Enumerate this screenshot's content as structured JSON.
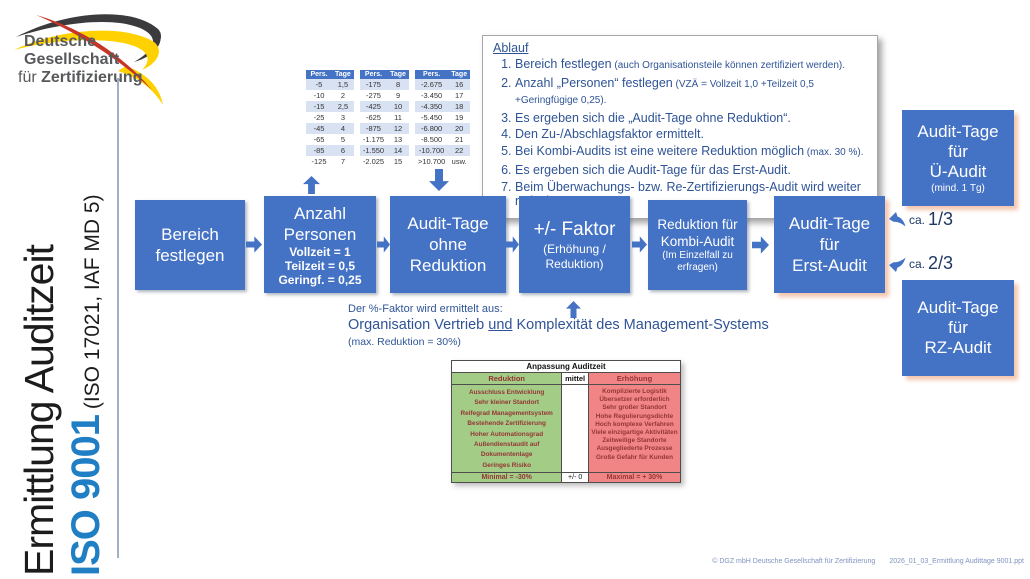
{
  "colors": {
    "box_blue": "#4472C4",
    "text_blue": "#2F5496",
    "iso_blue": "#1F7EC4",
    "peach": "#F4C7AE",
    "green": "#A3CC87",
    "red": "#F18585",
    "dark_red": "#943634",
    "navy": "#1F3864"
  },
  "logo": {
    "line1": "Deutsche",
    "line2": "Gesellschaft",
    "line3_prefix": "für ",
    "line3_bold": "Zertifizierung"
  },
  "title": {
    "main": "Ermittlung Auditzeit",
    "iso": "ISO 9001",
    "suffix": " (ISO 17021, IAF MD 5)"
  },
  "persons_table": {
    "col_headers": [
      "Pers.",
      "Tage"
    ],
    "tables": [
      {
        "rows": [
          [
            "-5",
            "1,5"
          ],
          [
            "-10",
            "2"
          ],
          [
            "-15",
            "2,5"
          ],
          [
            "-25",
            "3"
          ],
          [
            "-45",
            "4"
          ],
          [
            "-65",
            "5"
          ],
          [
            "-85",
            "6"
          ],
          [
            "-125",
            "7"
          ]
        ]
      },
      {
        "rows": [
          [
            "-175",
            "8"
          ],
          [
            "-275",
            "9"
          ],
          [
            "-425",
            "10"
          ],
          [
            "-625",
            "11"
          ],
          [
            "-875",
            "12"
          ],
          [
            "-1.175",
            "13"
          ],
          [
            "-1.550",
            "14"
          ],
          [
            "-2.025",
            "15"
          ]
        ]
      },
      {
        "rows": [
          [
            "-2.675",
            "16"
          ],
          [
            "-3.450",
            "17"
          ],
          [
            "-4.350",
            "18"
          ],
          [
            "-5.450",
            "19"
          ],
          [
            "-6.800",
            "20"
          ],
          [
            "-8.500",
            "21"
          ],
          [
            "-10.700",
            "22"
          ],
          [
            ">10.700",
            "usw."
          ]
        ]
      }
    ]
  },
  "ablauf": {
    "title": "Ablauf",
    "items": [
      {
        "main": "Bereich festlegen",
        "small": "(auch Organisationsteile können zertifiziert werden)."
      },
      {
        "main": "Anzahl „Personen“ festlegen",
        "small": "(VZÄ = Vollzeit 1,0 +Teilzeit 0,5 +Geringfügige 0,25)."
      },
      {
        "main": "Es ergeben sich die „Audit-Tage ohne Reduktion“.",
        "small": ""
      },
      {
        "main": "Den Zu-/Abschlagsfaktor ermittelt.",
        "small": ""
      },
      {
        "main": "Bei Kombi-Audits ist eine weitere Reduktion möglich",
        "small": "(max. 30 %)."
      },
      {
        "main": "Es ergeben sich die Audit-Tage für das Erst-Audit.",
        "small": ""
      },
      {
        "main": "Beim Überwachungs- bzw. Re-Zertifizierungs-Audit wird weiter reduziert.",
        "small": ""
      }
    ]
  },
  "flow": {
    "boxes": [
      {
        "id": "bereich-festlegen",
        "lines": [
          "Bereich",
          "festlegen"
        ],
        "sub": []
      },
      {
        "id": "anzahl-personen",
        "lines": [
          "Anzahl",
          "Personen"
        ],
        "sub": [
          "Vollzeit = 1",
          "Teilzeit = 0,5",
          "Geringf. = 0,25"
        ]
      },
      {
        "id": "audit-tage-ohne-reduktion",
        "lines": [
          "Audit-Tage",
          "ohne",
          "Reduktion"
        ],
        "sub": []
      },
      {
        "id": "plus-minus-faktor",
        "lines": [
          "+/- Faktor"
        ],
        "sub": [
          "(Erhöhung /",
          "Reduktion)"
        ]
      },
      {
        "id": "reduktion-kombi-audit",
        "lines": [
          "Reduktion für",
          "Kombi-Audit"
        ],
        "sub": [
          "(Im Einzelfall zu",
          "erfragen)"
        ]
      },
      {
        "id": "audit-tage-erst-audit",
        "lines": [
          "Audit-Tage",
          "für",
          "Erst-Audit"
        ],
        "sub": []
      }
    ]
  },
  "right": {
    "ue_box": {
      "lines": [
        "Audit-Tage",
        "für",
        "Ü-Audit"
      ],
      "small": "(mind. 1 Tg)"
    },
    "rz_box": {
      "lines": [
        "Audit-Tage",
        "für",
        "RZ-Audit"
      ]
    },
    "ratio1": {
      "prefix": "ca.",
      "value": "1/3"
    },
    "ratio2": {
      "prefix": "ca.",
      "value": "2/3"
    }
  },
  "factor_note": {
    "line1": "Der %-Faktor wird ermittelt aus:",
    "line2_pre": "Organisation Vertrieb ",
    "line2_underline": "und",
    "line2_post": " Komplexität des Management-Systems",
    "line3": "(max. Reduktion = 30%)"
  },
  "adjust_table": {
    "title": "Anpassung Auditzeit",
    "headers": [
      "Reduktion",
      "mittel",
      "Erhöhung"
    ],
    "reduction_items": [
      "Ausschluss Entwicklung",
      "Sehr kleiner Standort",
      "Reifegrad Managementsystem",
      "Bestehende Zertifizierung",
      "Hoher Automationsgrad",
      "Außendienstaudit auf Dokumentenlage",
      "Geringes Risiko"
    ],
    "increase_items": [
      "Komplizierte Logistik",
      "Übersetzer erforderlich",
      "Sehr großer Standort",
      "Hohe Regulierungsdichte",
      "Hoch komplexe Verfahren",
      "Viele einzigartige Aktivitäten",
      "Zeitweilige Standorte",
      "Ausgegliederte Prozesse",
      "Große Gefahr für Kunden"
    ],
    "footer": [
      "Minimal = -30%",
      "+/- 0",
      "Maximal = + 30%"
    ]
  },
  "footer": {
    "copyright": "© DGZ mbH Deutsche Gesellschaft für Zertifizierung",
    "filename": "2026_01_03_Ermittlung Audittage 9001.ppt"
  }
}
